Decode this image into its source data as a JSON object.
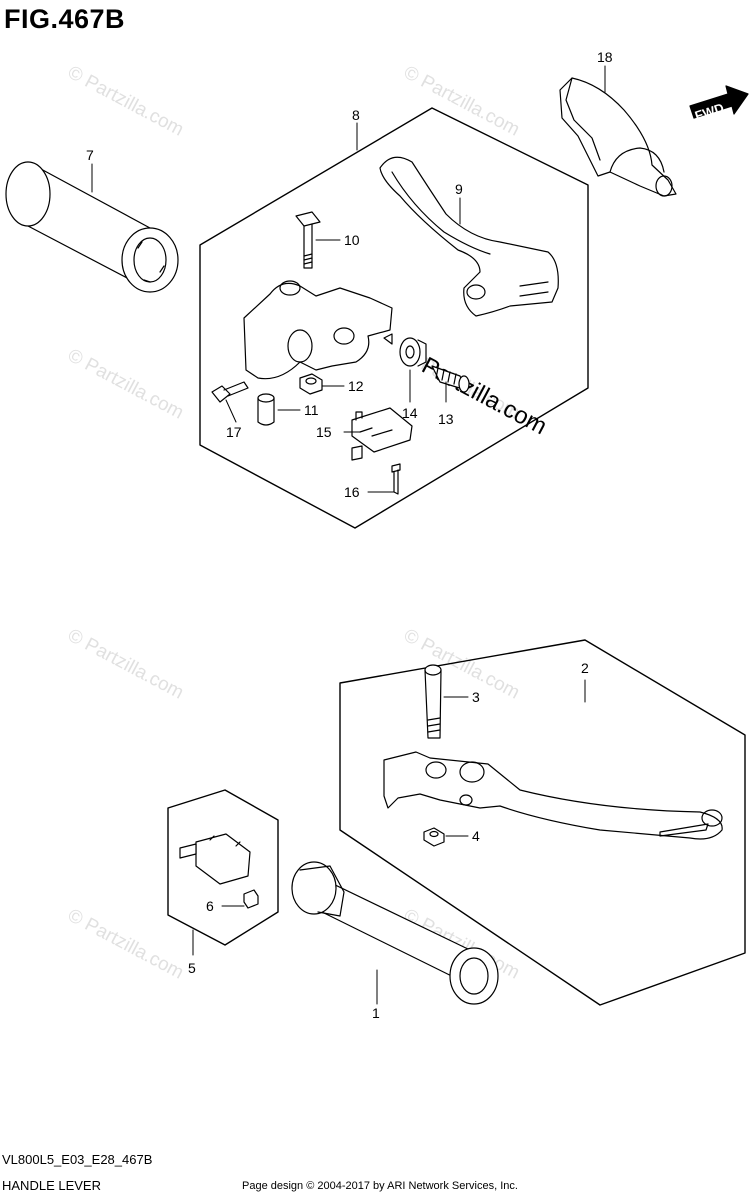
{
  "figure": {
    "title": "FIG.467B",
    "code": "VL800L5_E03_E28_467B",
    "name": "HANDLE LEVER",
    "copyright": "Page design © 2004-2017 by ARI Network Services, Inc."
  },
  "direction_arrow": {
    "label": "FWD"
  },
  "watermark": {
    "text": "© Partzilla.com",
    "large_text": "Partzilla.com"
  },
  "callouts": {
    "c1": "1",
    "c2": "2",
    "c3": "3",
    "c4": "4",
    "c5": "5",
    "c6": "6",
    "c7": "7",
    "c8": "8",
    "c9": "9",
    "c10": "10",
    "c11": "11",
    "c12": "12",
    "c13": "13",
    "c14": "14",
    "c15": "15",
    "c16": "16",
    "c17": "17",
    "c18": "18"
  }
}
